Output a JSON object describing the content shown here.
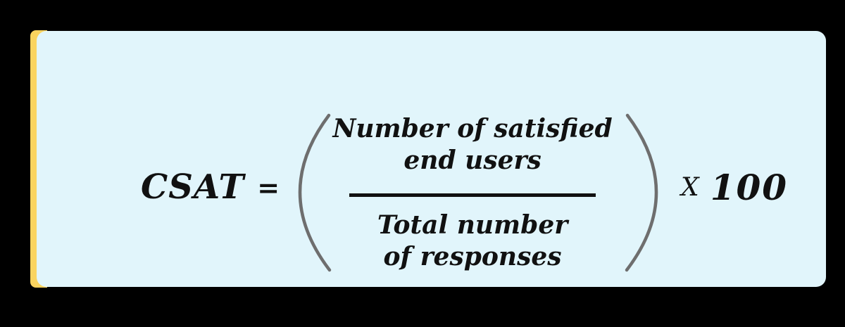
{
  "formula": {
    "result_label": "CSAT",
    "equals_sign": "=",
    "numerator_line1": "Number of satisfied",
    "numerator_line2": "end users",
    "denominator_line1": "Total number",
    "denominator_line2": "of responses",
    "multiply_sign": "X",
    "multiplier": "100"
  },
  "icons": {
    "left_parenthesis": "left-parenthesis-icon",
    "right_parenthesis": "right-parenthesis-icon"
  },
  "colors": {
    "page_background": "#000000",
    "card_background": "#E1F5FB",
    "accent_bar": "#FAD45F",
    "parenthesis": "#6E6E6E",
    "text": "#111111"
  }
}
